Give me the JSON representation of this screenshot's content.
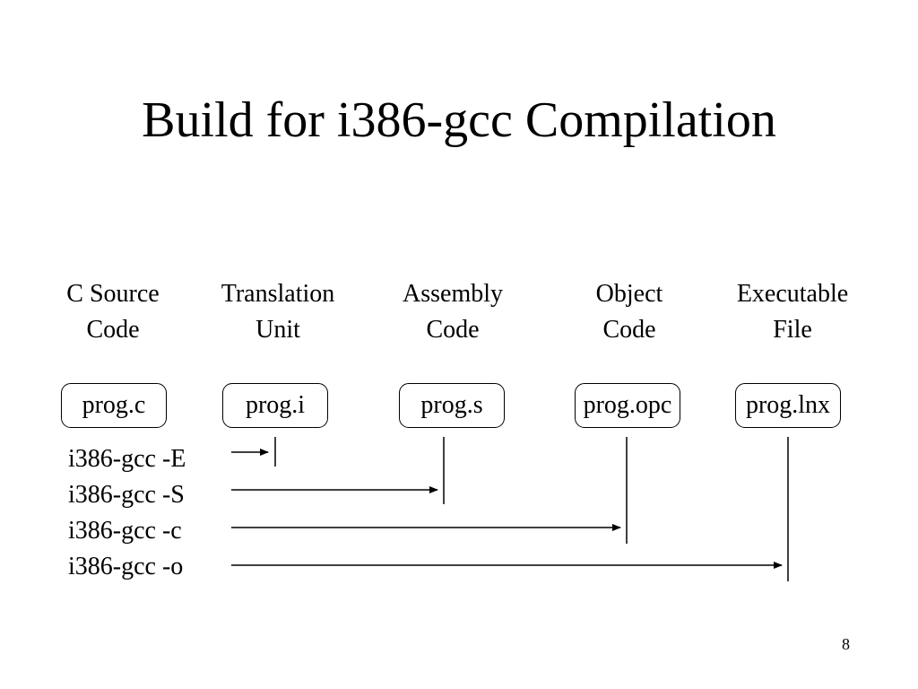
{
  "title": "Build for i386-gcc Compilation",
  "stages": [
    {
      "line1": "C Source",
      "line2": "Code",
      "file": "prog.c"
    },
    {
      "line1": "Translation",
      "line2": "Unit",
      "file": "prog.i"
    },
    {
      "line1": "Assembly",
      "line2": "Code",
      "file": "prog.s"
    },
    {
      "line1": "Object",
      "line2": "Code",
      "file": "prog.opc"
    },
    {
      "line1": "Executable",
      "line2": "File",
      "file": "prog.lnx"
    }
  ],
  "commands": [
    {
      "text": "i386-gcc -E",
      "target_stage": 1
    },
    {
      "text": "i386-gcc -S",
      "target_stage": 2
    },
    {
      "text": "i386-gcc -c",
      "target_stage": 3
    },
    {
      "text": "i386-gcc -o",
      "target_stage": 4
    }
  ],
  "page_number": "8"
}
